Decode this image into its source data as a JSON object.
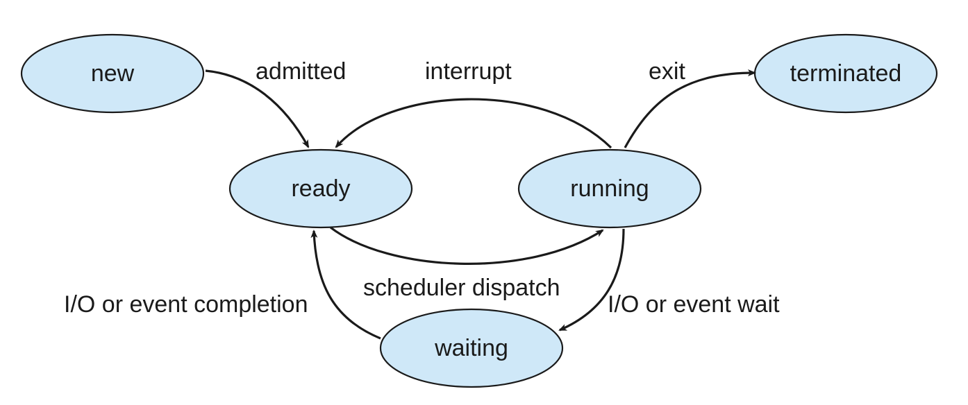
{
  "diagram": {
    "states": {
      "new": "new",
      "ready": "ready",
      "running": "running",
      "waiting": "waiting",
      "terminated": "terminated"
    },
    "transitions": {
      "admitted": "admitted",
      "interrupt": "interrupt",
      "exit": "exit",
      "scheduler_dispatch": "scheduler dispatch",
      "io_event_completion": "I/O or event completion",
      "io_event_wait": "I/O or event wait"
    },
    "colors": {
      "state_fill": "#cfe8f8",
      "stroke": "#1a1a1a",
      "background": "#ffffff"
    }
  }
}
